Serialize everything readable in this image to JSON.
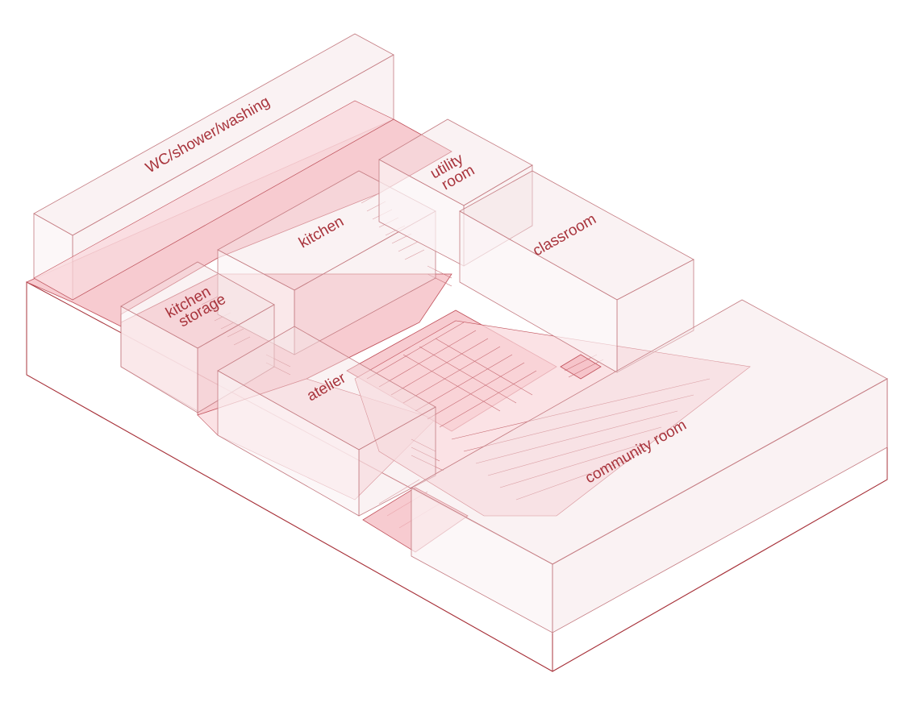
{
  "diagram": {
    "accent_color": "#a8343c",
    "floor_color": "#f4b9c0",
    "rooms": [
      {
        "id": "wc",
        "label": "WC/shower/washing"
      },
      {
        "id": "kitchen",
        "label": "kitchen"
      },
      {
        "id": "kitchen-storage",
        "lines": [
          "kitchen",
          "storage"
        ]
      },
      {
        "id": "utility",
        "lines": [
          "utility",
          "room"
        ]
      },
      {
        "id": "classroom",
        "label": "classroom"
      },
      {
        "id": "atelier",
        "label": "atelier"
      },
      {
        "id": "community",
        "label": "community room"
      }
    ]
  }
}
